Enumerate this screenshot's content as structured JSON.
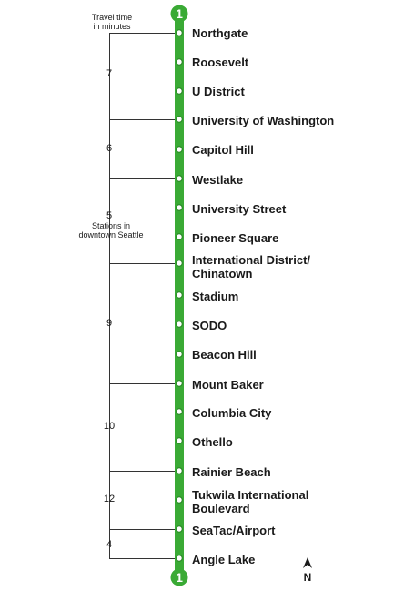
{
  "route": {
    "number": "1",
    "color": "#3aaa35",
    "dot_border": "#2d8a29"
  },
  "legend": {
    "travel_time_line1": "Travel time",
    "travel_time_line2": "in minutes",
    "downtown_line1": "Stations in",
    "downtown_line2": "downtown Seattle"
  },
  "stations": [
    {
      "name": "Northgate"
    },
    {
      "name": "Roosevelt"
    },
    {
      "name": "U District"
    },
    {
      "name": "University of Washington"
    },
    {
      "name": "Capitol Hill"
    },
    {
      "name": "Westlake"
    },
    {
      "name": "University Street"
    },
    {
      "name": "Pioneer Square"
    },
    {
      "name": "International District/",
      "name2": "Chinatown"
    },
    {
      "name": "Stadium"
    },
    {
      "name": "SODO"
    },
    {
      "name": "Beacon Hill"
    },
    {
      "name": "Mount Baker"
    },
    {
      "name": "Columbia City"
    },
    {
      "name": "Othello"
    },
    {
      "name": "Rainier Beach"
    },
    {
      "name": "Tukwila International",
      "name2": "Boulevard"
    },
    {
      "name": "SeaTac/Airport"
    },
    {
      "name": "Angle Lake"
    }
  ],
  "travel_times": [
    {
      "minutes": "7"
    },
    {
      "minutes": "6"
    },
    {
      "minutes": "5"
    },
    {
      "minutes": "9"
    },
    {
      "minutes": "10"
    },
    {
      "minutes": "12"
    },
    {
      "minutes": "4"
    }
  ],
  "compass": {
    "label": "N"
  }
}
